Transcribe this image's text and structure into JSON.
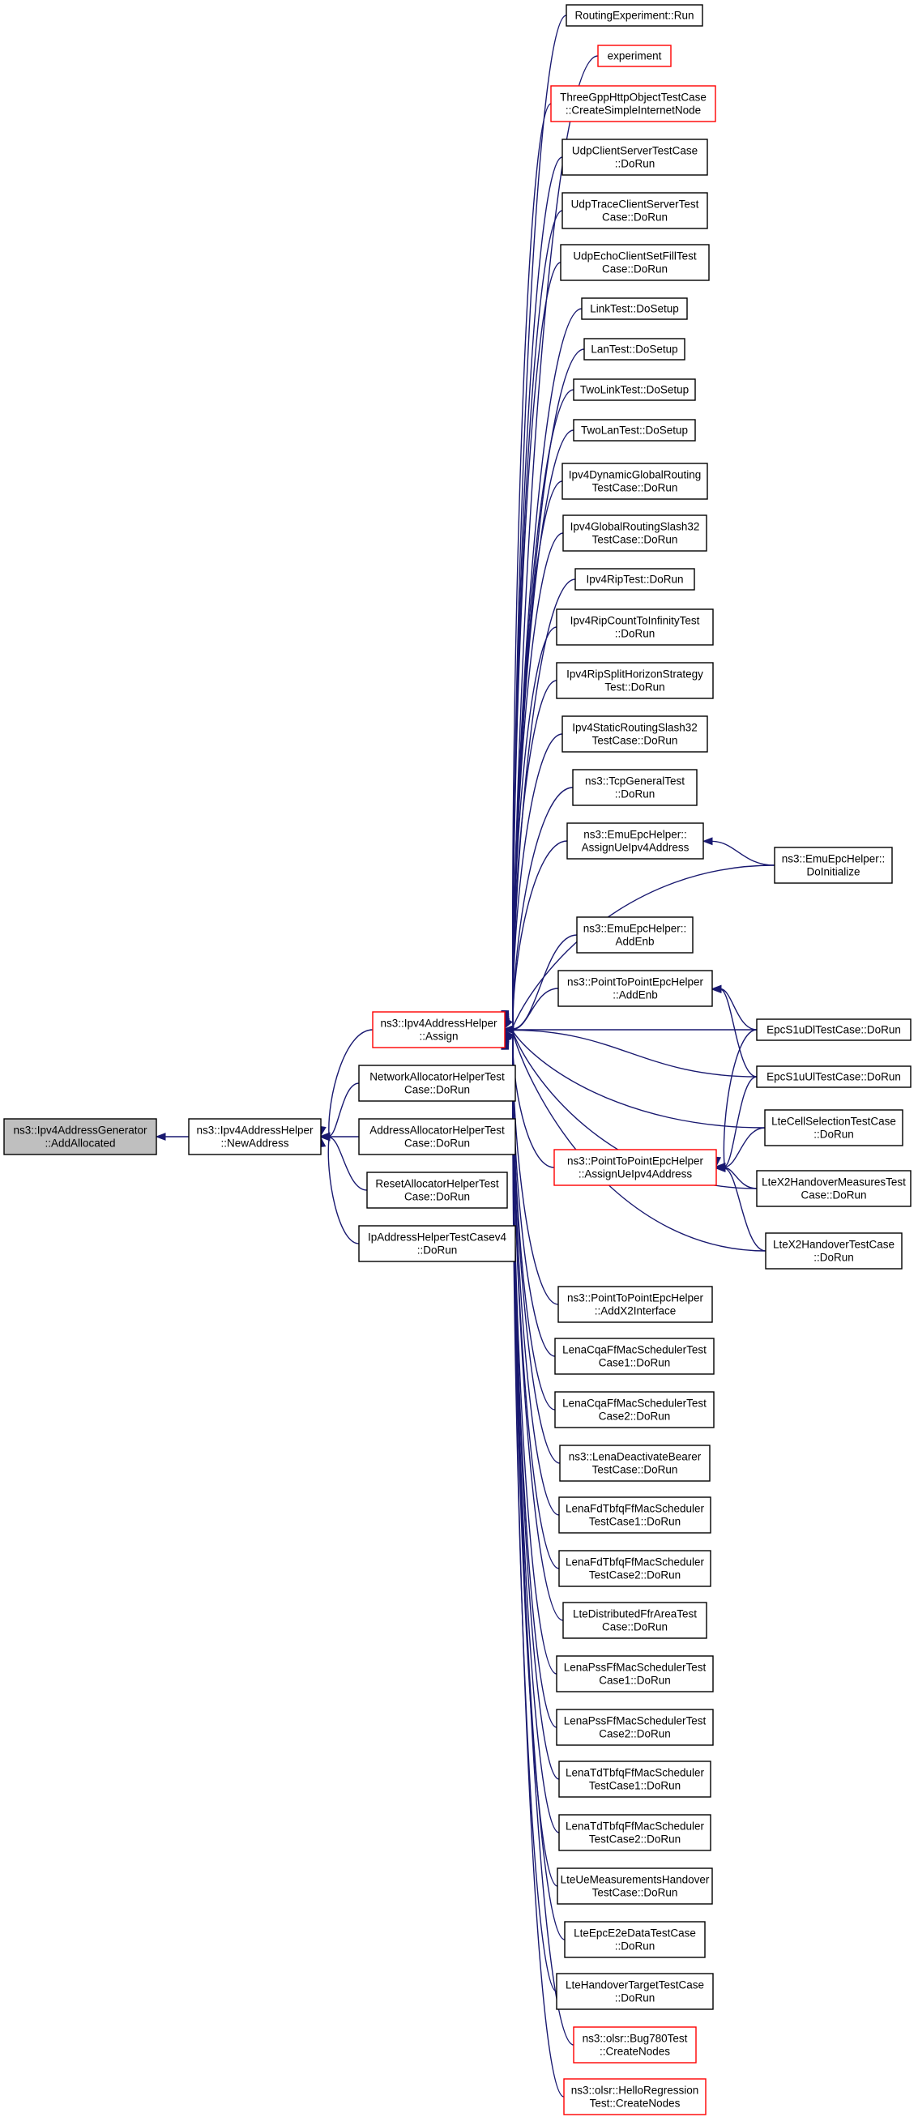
{
  "diagram": {
    "nodes": [
      {
        "id": "addalloc",
        "lines": [
          "ns3::Ipv4AddressGenerator",
          "::AddAllocated"
        ],
        "style": "focus"
      },
      {
        "id": "newaddr",
        "lines": [
          "ns3::Ipv4AddressHelper",
          "::NewAddress"
        ],
        "style": "normal"
      },
      {
        "id": "assign",
        "lines": [
          "ns3::Ipv4AddressHelper",
          "::Assign"
        ],
        "style": "red"
      },
      {
        "id": "netalloc",
        "lines": [
          "NetworkAllocatorHelperTest",
          "Case::DoRun"
        ],
        "style": "normal"
      },
      {
        "id": "addralloc",
        "lines": [
          "AddressAllocatorHelperTest",
          "Case::DoRun"
        ],
        "style": "normal"
      },
      {
        "id": "resetalloc",
        "lines": [
          "ResetAllocatorHelperTest",
          "Case::DoRun"
        ],
        "style": "normal"
      },
      {
        "id": "ipaddrv4",
        "lines": [
          "IpAddressHelperTestCasev4",
          "::DoRun"
        ],
        "style": "normal"
      },
      {
        "id": "routingrun",
        "lines": [
          "RoutingExperiment::Run"
        ],
        "style": "normal"
      },
      {
        "id": "experiment",
        "lines": [
          "experiment"
        ],
        "style": "red"
      },
      {
        "id": "threegpp",
        "lines": [
          "ThreeGppHttpObjectTestCase",
          "::CreateSimpleInternetNode"
        ],
        "style": "red"
      },
      {
        "id": "udpcs",
        "lines": [
          "UdpClientServerTestCase",
          "::DoRun"
        ],
        "style": "normal"
      },
      {
        "id": "udptrace",
        "lines": [
          "UdpTraceClientServerTest",
          "Case::DoRun"
        ],
        "style": "normal"
      },
      {
        "id": "udpecho",
        "lines": [
          "UdpEchoClientSetFillTest",
          "Case::DoRun"
        ],
        "style": "normal"
      },
      {
        "id": "linktest",
        "lines": [
          "LinkTest::DoSetup"
        ],
        "style": "normal"
      },
      {
        "id": "lantest",
        "lines": [
          "LanTest::DoSetup"
        ],
        "style": "normal"
      },
      {
        "id": "twolink",
        "lines": [
          "TwoLinkTest::DoSetup"
        ],
        "style": "normal"
      },
      {
        "id": "twolan",
        "lines": [
          "TwoLanTest::DoSetup"
        ],
        "style": "normal"
      },
      {
        "id": "ipv4dyn",
        "lines": [
          "Ipv4DynamicGlobalRouting",
          "TestCase::DoRun"
        ],
        "style": "normal"
      },
      {
        "id": "ipv4glob",
        "lines": [
          "Ipv4GlobalRoutingSlash32",
          "TestCase::DoRun"
        ],
        "style": "normal"
      },
      {
        "id": "ipv4rip",
        "lines": [
          "Ipv4RipTest::DoRun"
        ],
        "style": "normal"
      },
      {
        "id": "ipv4ripcount",
        "lines": [
          "Ipv4RipCountToInfinityTest",
          "::DoRun"
        ],
        "style": "normal"
      },
      {
        "id": "ipv4ripsplit",
        "lines": [
          "Ipv4RipSplitHorizonStrategy",
          "Test::DoRun"
        ],
        "style": "normal"
      },
      {
        "id": "ipv4static",
        "lines": [
          "Ipv4StaticRoutingSlash32",
          "TestCase::DoRun"
        ],
        "style": "normal"
      },
      {
        "id": "tcpgeneral",
        "lines": [
          "ns3::TcpGeneralTest",
          "::DoRun"
        ],
        "style": "normal"
      },
      {
        "id": "emuassign",
        "lines": [
          "ns3::EmuEpcHelper::",
          "AssignUeIpv4Address"
        ],
        "style": "normal"
      },
      {
        "id": "emuinit",
        "lines": [
          "ns3::EmuEpcHelper::",
          "DoInitialize"
        ],
        "style": "normal"
      },
      {
        "id": "emuaddenb",
        "lines": [
          "ns3::EmuEpcHelper::",
          "AddEnb"
        ],
        "style": "normal"
      },
      {
        "id": "p2paddenb",
        "lines": [
          "ns3::PointToPointEpcHelper",
          "::AddEnb"
        ],
        "style": "normal"
      },
      {
        "id": "epcdl",
        "lines": [
          "EpcS1uDlTestCase::DoRun"
        ],
        "style": "normal"
      },
      {
        "id": "epcul",
        "lines": [
          "EpcS1uUlTestCase::DoRun"
        ],
        "style": "normal"
      },
      {
        "id": "ltecellsel",
        "lines": [
          "LteCellSelectionTestCase",
          "::DoRun"
        ],
        "style": "normal"
      },
      {
        "id": "p2passign",
        "lines": [
          "ns3::PointToPointEpcHelper",
          "::AssignUeIpv4Address"
        ],
        "style": "red"
      },
      {
        "id": "ltex2meas",
        "lines": [
          "LteX2HandoverMeasuresTest",
          "Case::DoRun"
        ],
        "style": "normal"
      },
      {
        "id": "ltex2ho",
        "lines": [
          "LteX2HandoverTestCase",
          "::DoRun"
        ],
        "style": "normal"
      },
      {
        "id": "p2px2",
        "lines": [
          "ns3::PointToPointEpcHelper",
          "::AddX2Interface"
        ],
        "style": "normal"
      },
      {
        "id": "cqa1",
        "lines": [
          "LenaCqaFfMacSchedulerTest",
          "Case1::DoRun"
        ],
        "style": "normal"
      },
      {
        "id": "cqa2",
        "lines": [
          "LenaCqaFfMacSchedulerTest",
          "Case2::DoRun"
        ],
        "style": "normal"
      },
      {
        "id": "deactivate",
        "lines": [
          "ns3::LenaDeactivateBearer",
          "TestCase::DoRun"
        ],
        "style": "normal"
      },
      {
        "id": "fdtbfq1",
        "lines": [
          "LenaFdTbfqFfMacScheduler",
          "TestCase1::DoRun"
        ],
        "style": "normal"
      },
      {
        "id": "fdtbfq2",
        "lines": [
          "LenaFdTbfqFfMacScheduler",
          "TestCase2::DoRun"
        ],
        "style": "normal"
      },
      {
        "id": "ltedistffr",
        "lines": [
          "LteDistributedFfrAreaTest",
          "Case::DoRun"
        ],
        "style": "normal"
      },
      {
        "id": "pss1",
        "lines": [
          "LenaPssFfMacSchedulerTest",
          "Case1::DoRun"
        ],
        "style": "normal"
      },
      {
        "id": "pss2",
        "lines": [
          "LenaPssFfMacSchedulerTest",
          "Case2::DoRun"
        ],
        "style": "normal"
      },
      {
        "id": "tdtbfq1",
        "lines": [
          "LenaTdTbfqFfMacScheduler",
          "TestCase1::DoRun"
        ],
        "style": "normal"
      },
      {
        "id": "tdtbfq2",
        "lines": [
          "LenaTdTbfqFfMacScheduler",
          "TestCase2::DoRun"
        ],
        "style": "normal"
      },
      {
        "id": "lteuemeas",
        "lines": [
          "LteUeMeasurementsHandover",
          "TestCase::DoRun"
        ],
        "style": "normal"
      },
      {
        "id": "lteepce2e",
        "lines": [
          "LteEpcE2eDataTestCase",
          "::DoRun"
        ],
        "style": "normal"
      },
      {
        "id": "ltehotarget",
        "lines": [
          "LteHandoverTargetTestCase",
          "::DoRun"
        ],
        "style": "normal"
      },
      {
        "id": "olsrbug",
        "lines": [
          "ns3::olsr::Bug780Test",
          "::CreateNodes"
        ],
        "style": "red"
      },
      {
        "id": "olsrhello",
        "lines": [
          "ns3::olsr::HelloRegression",
          "Test::CreateNodes"
        ],
        "style": "red"
      }
    ],
    "edges": [
      {
        "from": "newaddr",
        "to": "addalloc"
      },
      {
        "from": "assign",
        "to": "newaddr"
      },
      {
        "from": "netalloc",
        "to": "newaddr"
      },
      {
        "from": "addralloc",
        "to": "newaddr"
      },
      {
        "from": "resetalloc",
        "to": "newaddr"
      },
      {
        "from": "ipaddrv4",
        "to": "newaddr"
      },
      {
        "from": "routingrun",
        "to": "assign"
      },
      {
        "from": "experiment",
        "to": "assign"
      },
      {
        "from": "threegpp",
        "to": "assign"
      },
      {
        "from": "udpcs",
        "to": "assign"
      },
      {
        "from": "udptrace",
        "to": "assign"
      },
      {
        "from": "udpecho",
        "to": "assign"
      },
      {
        "from": "linktest",
        "to": "assign"
      },
      {
        "from": "lantest",
        "to": "assign"
      },
      {
        "from": "twolink",
        "to": "assign"
      },
      {
        "from": "twolan",
        "to": "assign"
      },
      {
        "from": "ipv4dyn",
        "to": "assign"
      },
      {
        "from": "ipv4glob",
        "to": "assign"
      },
      {
        "from": "ipv4rip",
        "to": "assign"
      },
      {
        "from": "ipv4ripcount",
        "to": "assign"
      },
      {
        "from": "ipv4ripsplit",
        "to": "assign"
      },
      {
        "from": "ipv4static",
        "to": "assign"
      },
      {
        "from": "tcpgeneral",
        "to": "assign"
      },
      {
        "from": "emuassign",
        "to": "assign"
      },
      {
        "from": "emuinit",
        "to": "assign"
      },
      {
        "from": "emuaddenb",
        "to": "assign"
      },
      {
        "from": "p2paddenb",
        "to": "assign"
      },
      {
        "from": "epcdl",
        "to": "assign"
      },
      {
        "from": "epcul",
        "to": "assign"
      },
      {
        "from": "p2passign",
        "to": "assign"
      },
      {
        "from": "ltecellsel",
        "to": "assign"
      },
      {
        "from": "ltex2meas",
        "to": "assign"
      },
      {
        "from": "ltex2ho",
        "to": "assign"
      },
      {
        "from": "p2px2",
        "to": "assign"
      },
      {
        "from": "cqa1",
        "to": "assign"
      },
      {
        "from": "cqa2",
        "to": "assign"
      },
      {
        "from": "deactivate",
        "to": "assign"
      },
      {
        "from": "fdtbfq1",
        "to": "assign"
      },
      {
        "from": "fdtbfq2",
        "to": "assign"
      },
      {
        "from": "ltedistffr",
        "to": "assign"
      },
      {
        "from": "pss1",
        "to": "assign"
      },
      {
        "from": "pss2",
        "to": "assign"
      },
      {
        "from": "tdtbfq1",
        "to": "assign"
      },
      {
        "from": "tdtbfq2",
        "to": "assign"
      },
      {
        "from": "lteuemeas",
        "to": "assign"
      },
      {
        "from": "lteepce2e",
        "to": "assign"
      },
      {
        "from": "ltehotarget",
        "to": "assign"
      },
      {
        "from": "olsrbug",
        "to": "assign"
      },
      {
        "from": "olsrhello",
        "to": "assign"
      },
      {
        "from": "emuinit",
        "to": "emuassign"
      },
      {
        "from": "epcdl",
        "to": "p2paddenb"
      },
      {
        "from": "epcul",
        "to": "p2paddenb"
      },
      {
        "from": "epcdl",
        "to": "p2passign"
      },
      {
        "from": "epcul",
        "to": "p2passign"
      },
      {
        "from": "ltecellsel",
        "to": "p2passign"
      },
      {
        "from": "ltex2meas",
        "to": "p2passign"
      },
      {
        "from": "ltex2ho",
        "to": "p2passign"
      }
    ]
  }
}
